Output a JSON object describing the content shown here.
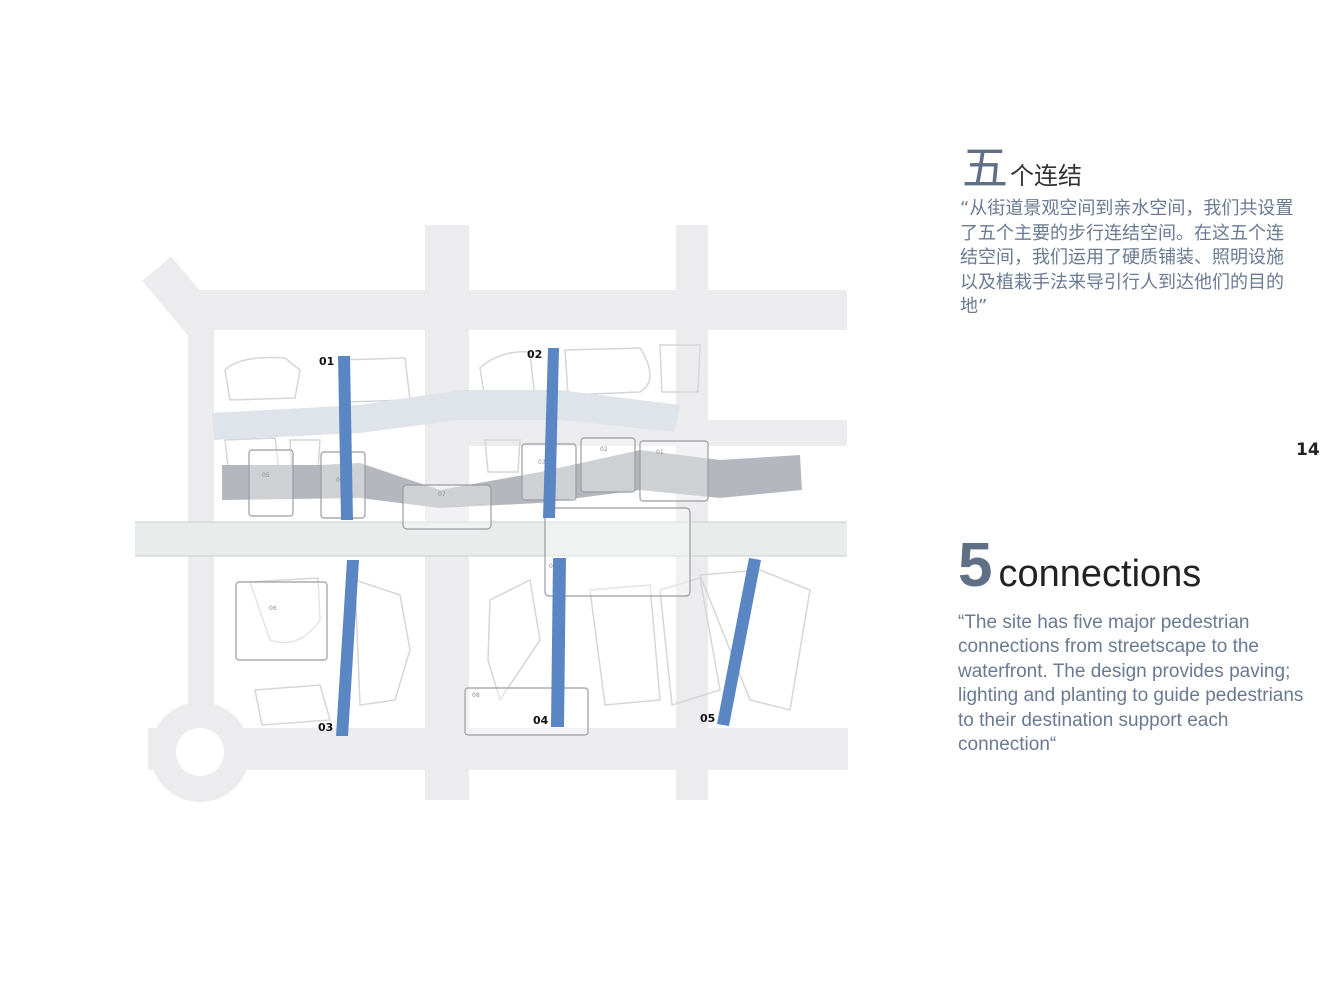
{
  "heading_cn": {
    "big_char": "五",
    "rest": "个连结"
  },
  "body_cn": "“从街道景观空间到亲水空间，我们共设置了五个主要的步行连结空间。在这五个连结空间，我们运用了硬质铺装、照明设施以及植栽手法来导引行人到达他们的目的地”",
  "page_number": "14",
  "heading_en": {
    "number": "5",
    "word": "connections"
  },
  "body_en": "“The site has five major pedestrian connections from streetscape to the waterfront. The design provides paving; lighting and planting to guide pedestrians to their destination support each connection“",
  "plan": {
    "connections": [
      {
        "label": "01"
      },
      {
        "label": "02"
      },
      {
        "label": "03"
      },
      {
        "label": "04"
      },
      {
        "label": "05"
      }
    ],
    "connection_color": "#5b86c4",
    "road_color": "#ececee",
    "zone_labels": [
      "05",
      "06",
      "07",
      "03",
      "02",
      "01",
      "01",
      "06",
      "08"
    ]
  }
}
